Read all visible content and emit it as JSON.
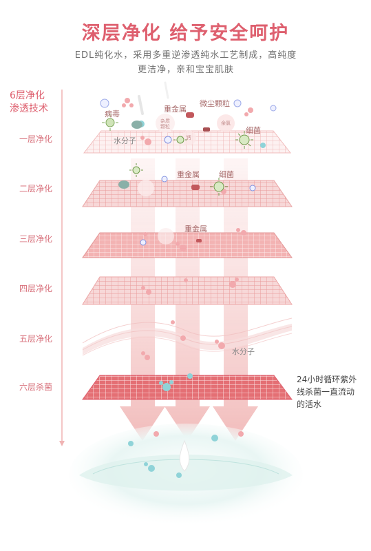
{
  "header": {
    "title": "深层净化 给予安全呵护",
    "subtitle_line1": "EDL纯化水，采用多重逆渗透纯水工艺制成，高纯度",
    "subtitle_line2": "更洁净，亲和宝宝肌肤"
  },
  "side": {
    "heading_line1": "6层净化",
    "heading_line2": "渗透技术"
  },
  "layers": [
    {
      "label": "一层净化"
    },
    {
      "label": "二层净化"
    },
    {
      "label": "三层净化"
    },
    {
      "label": "四层净化"
    },
    {
      "label": "五层净化"
    },
    {
      "label": "六层杀菌"
    }
  ],
  "annotations": {
    "virus": "病毒",
    "heavy_metal_1": "重金属",
    "dust": "微尘颗粒",
    "bacteria_1": "细菌",
    "water_molecule_1": "水分子",
    "heavy_metal_2": "重金属",
    "bacteria_2": "细菌",
    "heavy_metal_3": "重金属",
    "water_molecule_2": "水分子",
    "impurity": "杂质颗粒",
    "calcium": "钙",
    "residue": "余氯"
  },
  "note": {
    "line1": "24小时循环紫外",
    "line2": "线杀菌一直流动",
    "line3": "的活水"
  },
  "colors": {
    "accent": "#de5f6e",
    "grid_light": "#f3c9c9",
    "grid_dark": "#e0787c",
    "arrow": "#f2c3c2"
  }
}
